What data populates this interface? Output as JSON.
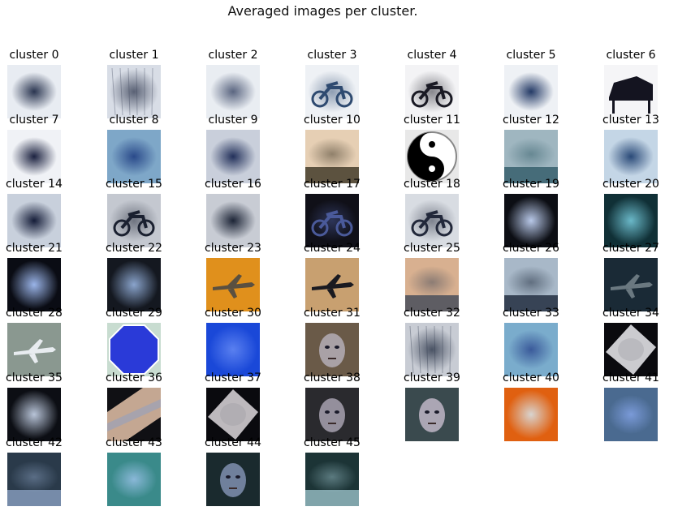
{
  "chart_data": {
    "type": "image-grid",
    "title": "Averaged images per cluster.",
    "columns": 7,
    "clusters": [
      {
        "label": "cluster 0",
        "motif": "blob",
        "bg": "#e8ecf2",
        "fg": "#2a3550"
      },
      {
        "label": "cluster 1",
        "motif": "noise",
        "bg": "#d8dde6",
        "fg": "#3a4258"
      },
      {
        "label": "cluster 2",
        "motif": "blob",
        "bg": "#e9edf2",
        "fg": "#5a6580"
      },
      {
        "label": "cluster 3",
        "motif": "bike",
        "bg": "#eef1f5",
        "fg": "#2e4a70"
      },
      {
        "label": "cluster 4",
        "motif": "bike",
        "bg": "#f3f3f5",
        "fg": "#1a1a24"
      },
      {
        "label": "cluster 5",
        "motif": "blob",
        "bg": "#eef1f5",
        "fg": "#243a66"
      },
      {
        "label": "cluster 6",
        "motif": "piano",
        "bg": "#f5f5f7",
        "fg": "#141420"
      },
      {
        "label": "cluster 7",
        "motif": "blob",
        "bg": "#f0f2f6",
        "fg": "#1c2240"
      },
      {
        "label": "cluster 8",
        "motif": "blob",
        "bg": "#7ea7c8",
        "fg": "#2a4a8a"
      },
      {
        "label": "cluster 9",
        "motif": "blob",
        "bg": "#c9cfdb",
        "fg": "#22305a"
      },
      {
        "label": "cluster 10",
        "motif": "horizon",
        "bg": "#e6cfb4",
        "fg": "#3a3222"
      },
      {
        "label": "cluster 11",
        "motif": "yinyang",
        "bg": "#e8e8e8",
        "fg": "#000000"
      },
      {
        "label": "cluster 12",
        "motif": "horizon",
        "bg": "#9fb6c0",
        "fg": "#2f5a66"
      },
      {
        "label": "cluster 13",
        "motif": "blob",
        "bg": "#c4d6e6",
        "fg": "#2a4a78"
      },
      {
        "label": "cluster 14",
        "motif": "blob",
        "bg": "#c8d0dc",
        "fg": "#141c38"
      },
      {
        "label": "cluster 15",
        "motif": "bike",
        "bg": "#c4c8d0",
        "fg": "#1a2030"
      },
      {
        "label": "cluster 16",
        "motif": "blob",
        "bg": "#c8ccd4",
        "fg": "#1c2436"
      },
      {
        "label": "cluster 17",
        "motif": "bike",
        "bg": "#101018",
        "fg": "#4a5a9a"
      },
      {
        "label": "cluster 18",
        "motif": "bike",
        "bg": "#d8dce2",
        "fg": "#22283a"
      },
      {
        "label": "cluster 19",
        "motif": "glow",
        "bg": "#0c0e14",
        "fg": "#b8c8e8"
      },
      {
        "label": "cluster 20",
        "motif": "glow",
        "bg": "#103036",
        "fg": "#6ab8c8"
      },
      {
        "label": "cluster 21",
        "motif": "glow",
        "bg": "#0a0c14",
        "fg": "#9ab4e8"
      },
      {
        "label": "cluster 22",
        "motif": "glow",
        "bg": "#141820",
        "fg": "#8aa4cc"
      },
      {
        "label": "cluster 23",
        "motif": "plane",
        "bg": "#e0901c",
        "fg": "#5a5040"
      },
      {
        "label": "cluster 24",
        "motif": "plane",
        "bg": "#c8a070",
        "fg": "#1a1a20"
      },
      {
        "label": "cluster 25",
        "motif": "horizon",
        "bg": "#d8b090",
        "fg": "#404858"
      },
      {
        "label": "cluster 26",
        "motif": "horizon",
        "bg": "#a8b8c8",
        "fg": "#1a2638"
      },
      {
        "label": "cluster 27",
        "motif": "plane",
        "bg": "#1a2a36",
        "fg": "#6a7880"
      },
      {
        "label": "cluster 28",
        "motif": "plane",
        "bg": "#8a9890",
        "fg": "#e8ecf0"
      },
      {
        "label": "cluster 29",
        "motif": "stop",
        "bg": "#c8dcd0",
        "fg": "#2a3ad8"
      },
      {
        "label": "cluster 30",
        "motif": "glow",
        "bg": "#1a48d8",
        "fg": "#5a80f0"
      },
      {
        "label": "cluster 31",
        "motif": "face",
        "bg": "#6a5a48",
        "fg": "#b0a8b0"
      },
      {
        "label": "cluster 32",
        "motif": "noise",
        "bg": "#c8ccd4",
        "fg": "#2a3448"
      },
      {
        "label": "cluster 33",
        "motif": "blob",
        "bg": "#7aaccc",
        "fg": "#3a5a9a"
      },
      {
        "label": "cluster 34",
        "motif": "diamond",
        "bg": "#0a0a0e",
        "fg": "#e0e0e4"
      },
      {
        "label": "cluster 35",
        "motif": "glow",
        "bg": "#0c0e14",
        "fg": "#b8c4d8"
      },
      {
        "label": "cluster 36",
        "motif": "diag",
        "bg": "#101014",
        "fg": "#d8b8a0"
      },
      {
        "label": "cluster 37",
        "motif": "diamond",
        "bg": "#0a0a0e",
        "fg": "#d0ccd0"
      },
      {
        "label": "cluster 38",
        "motif": "face",
        "bg": "#2a2a2e",
        "fg": "#a09aa8"
      },
      {
        "label": "cluster 39",
        "motif": "face",
        "bg": "#3a4a4e",
        "fg": "#b8b0c0"
      },
      {
        "label": "cluster 40",
        "motif": "glow",
        "bg": "#e06010",
        "fg": "#d8d4d0"
      },
      {
        "label": "cluster 41",
        "motif": "blob",
        "bg": "#4a6a90",
        "fg": "#7a9ad8"
      },
      {
        "label": "cluster 42",
        "motif": "horizon",
        "bg": "#2a3a4a",
        "fg": "#8aa0c0"
      },
      {
        "label": "cluster 43",
        "motif": "blob",
        "bg": "#3a8a8a",
        "fg": "#8ab8d8"
      },
      {
        "label": "cluster 44",
        "motif": "face",
        "bg": "#1a2a2e",
        "fg": "#7a8aa8"
      },
      {
        "label": "cluster 45",
        "motif": "horizon",
        "bg": "#1c3436",
        "fg": "#9ac0c8"
      }
    ]
  }
}
